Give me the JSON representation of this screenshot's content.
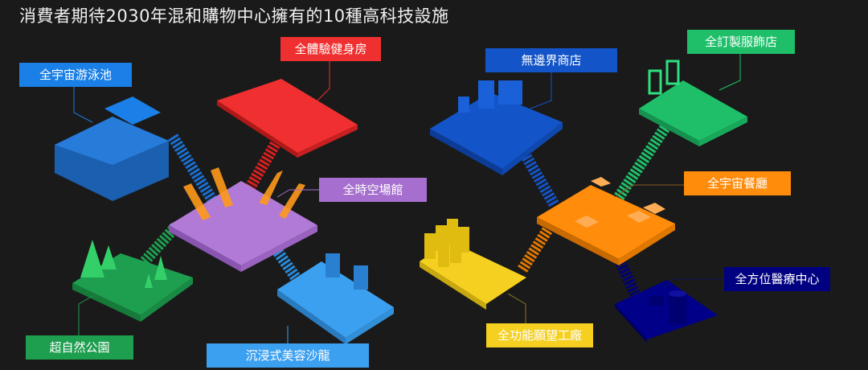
{
  "title": "消費者期待2030年混和購物中心擁有的10種高科技設施",
  "facilities": [
    {
      "id": "pool",
      "label": "全宇宙游泳池",
      "color": "#1a7fe6"
    },
    {
      "id": "gym",
      "label": "全體驗健身房",
      "color": "#f03030"
    },
    {
      "id": "store",
      "label": "無邊界商店",
      "color": "#1354c8"
    },
    {
      "id": "tailor",
      "label": "全訂製服飾店",
      "color": "#1fbf6a"
    },
    {
      "id": "hall",
      "label": "全時空場館",
      "color": "#a66fcf"
    },
    {
      "id": "restaurant",
      "label": "全宇宙餐廳",
      "color": "#ff8c0a"
    },
    {
      "id": "park",
      "label": "超自然公園",
      "color": "#1e9e4f"
    },
    {
      "id": "salon",
      "label": "沉浸式美容沙龍",
      "color": "#3ca0f0"
    },
    {
      "id": "factory",
      "label": "全功能願望工廠",
      "color": "#f5d020"
    },
    {
      "id": "medical",
      "label": "全方位醫療中心",
      "color": "#000080"
    }
  ]
}
